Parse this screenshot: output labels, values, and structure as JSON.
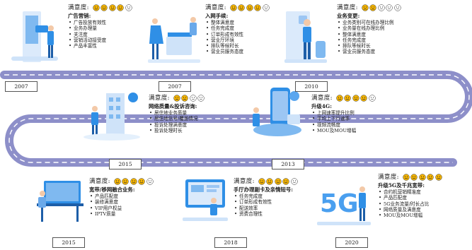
{
  "satisfaction_label": "满意度:",
  "colors": {
    "road": "#8d8fc9",
    "road_center": "#ffffff",
    "accent": "#2f8fe6",
    "face": "#f5b400",
    "face_neutral": "#ffffff"
  },
  "years": [
    "2007",
    "2007",
    "2010",
    "2015",
    "2013",
    "2015",
    "2018",
    "2020"
  ],
  "cards": [
    {
      "title": "广告营销:",
      "items": [
        "广告投放有效性",
        "业务办理量",
        "关注度",
        "营销活动接受度",
        "产品丰富性"
      ],
      "smiley": [
        "happy",
        "happy",
        "happy",
        "happy",
        "neutral"
      ]
    },
    {
      "title": "入网手续:",
      "items": [
        "整体满意度",
        "任务完成度",
        "订单形成有效性",
        "营业厅环境",
        "排队等候时长",
        "营业员服务态度"
      ],
      "smiley": [
        "happy",
        "happy",
        "happy",
        "happy",
        "neutral"
      ]
    },
    {
      "title": "业务变更:",
      "items": [
        "业务类别可在线办理比例",
        "业务量在线办理比例",
        "整体满意度",
        "任务完成度",
        "排队等候时长",
        "营业员服务态度"
      ],
      "smiley": [
        "sad",
        "sad",
        "neutral",
        "neutral",
        "neutral"
      ]
    },
    {
      "title": "网络质量&投诉咨询:",
      "items": [
        "居住地业务质量",
        "居住地信号/覆盖情况",
        "投诉处理满意度",
        "投诉处理时长"
      ],
      "smiley": [
        "sad",
        "sad",
        "neutral",
        "neutral"
      ]
    },
    {
      "title": "升级4G:",
      "items": [
        "上网速率提升比例",
        "平均上下行速率",
        "视频流畅度",
        "MOU及MOU增幅"
      ],
      "smiley": [
        "happy",
        "happy",
        "happy",
        "happy",
        "neutral"
      ]
    },
    {
      "title": "宽带/移网融合业务:",
      "items": [
        "产品匹配度",
        "装修满意度",
        "VIP用户权益",
        "IPTV质量"
      ],
      "smiley": [
        "happy",
        "happy",
        "happy",
        "happy",
        "neutral"
      ]
    },
    {
      "title": "手厅办理副卡及亲情短号:",
      "items": [
        "任务完成度",
        "订单形成有效性",
        "配送效率",
        "资费合理性"
      ],
      "smiley": [
        "happy",
        "happy",
        "happy",
        "happy",
        "neutral"
      ]
    },
    {
      "title": "升级5G及千兆宽带:",
      "items": [
        "合约机营销精准度",
        "产品匹配度",
        "5G业务流量/时长占比",
        "网络质量及满意度",
        "MOU及MOU增幅"
      ],
      "smiley": [
        "happy",
        "happy",
        "happy",
        "happy",
        "happy"
      ]
    }
  ]
}
